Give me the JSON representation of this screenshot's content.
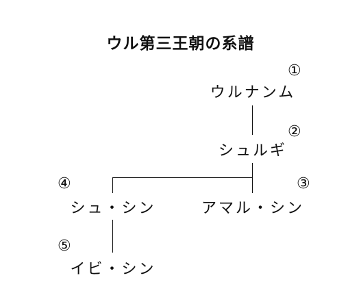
{
  "title": "ウル第三王朝の系譜",
  "rulers": [
    {
      "order": "①",
      "name": "ウルナンム"
    },
    {
      "order": "②",
      "name": "シュルギ"
    },
    {
      "order": "③",
      "name": "アマル・シン"
    },
    {
      "order": "④",
      "name": "シュ・シン"
    },
    {
      "order": "⑤",
      "name": "イビ・シン"
    }
  ]
}
